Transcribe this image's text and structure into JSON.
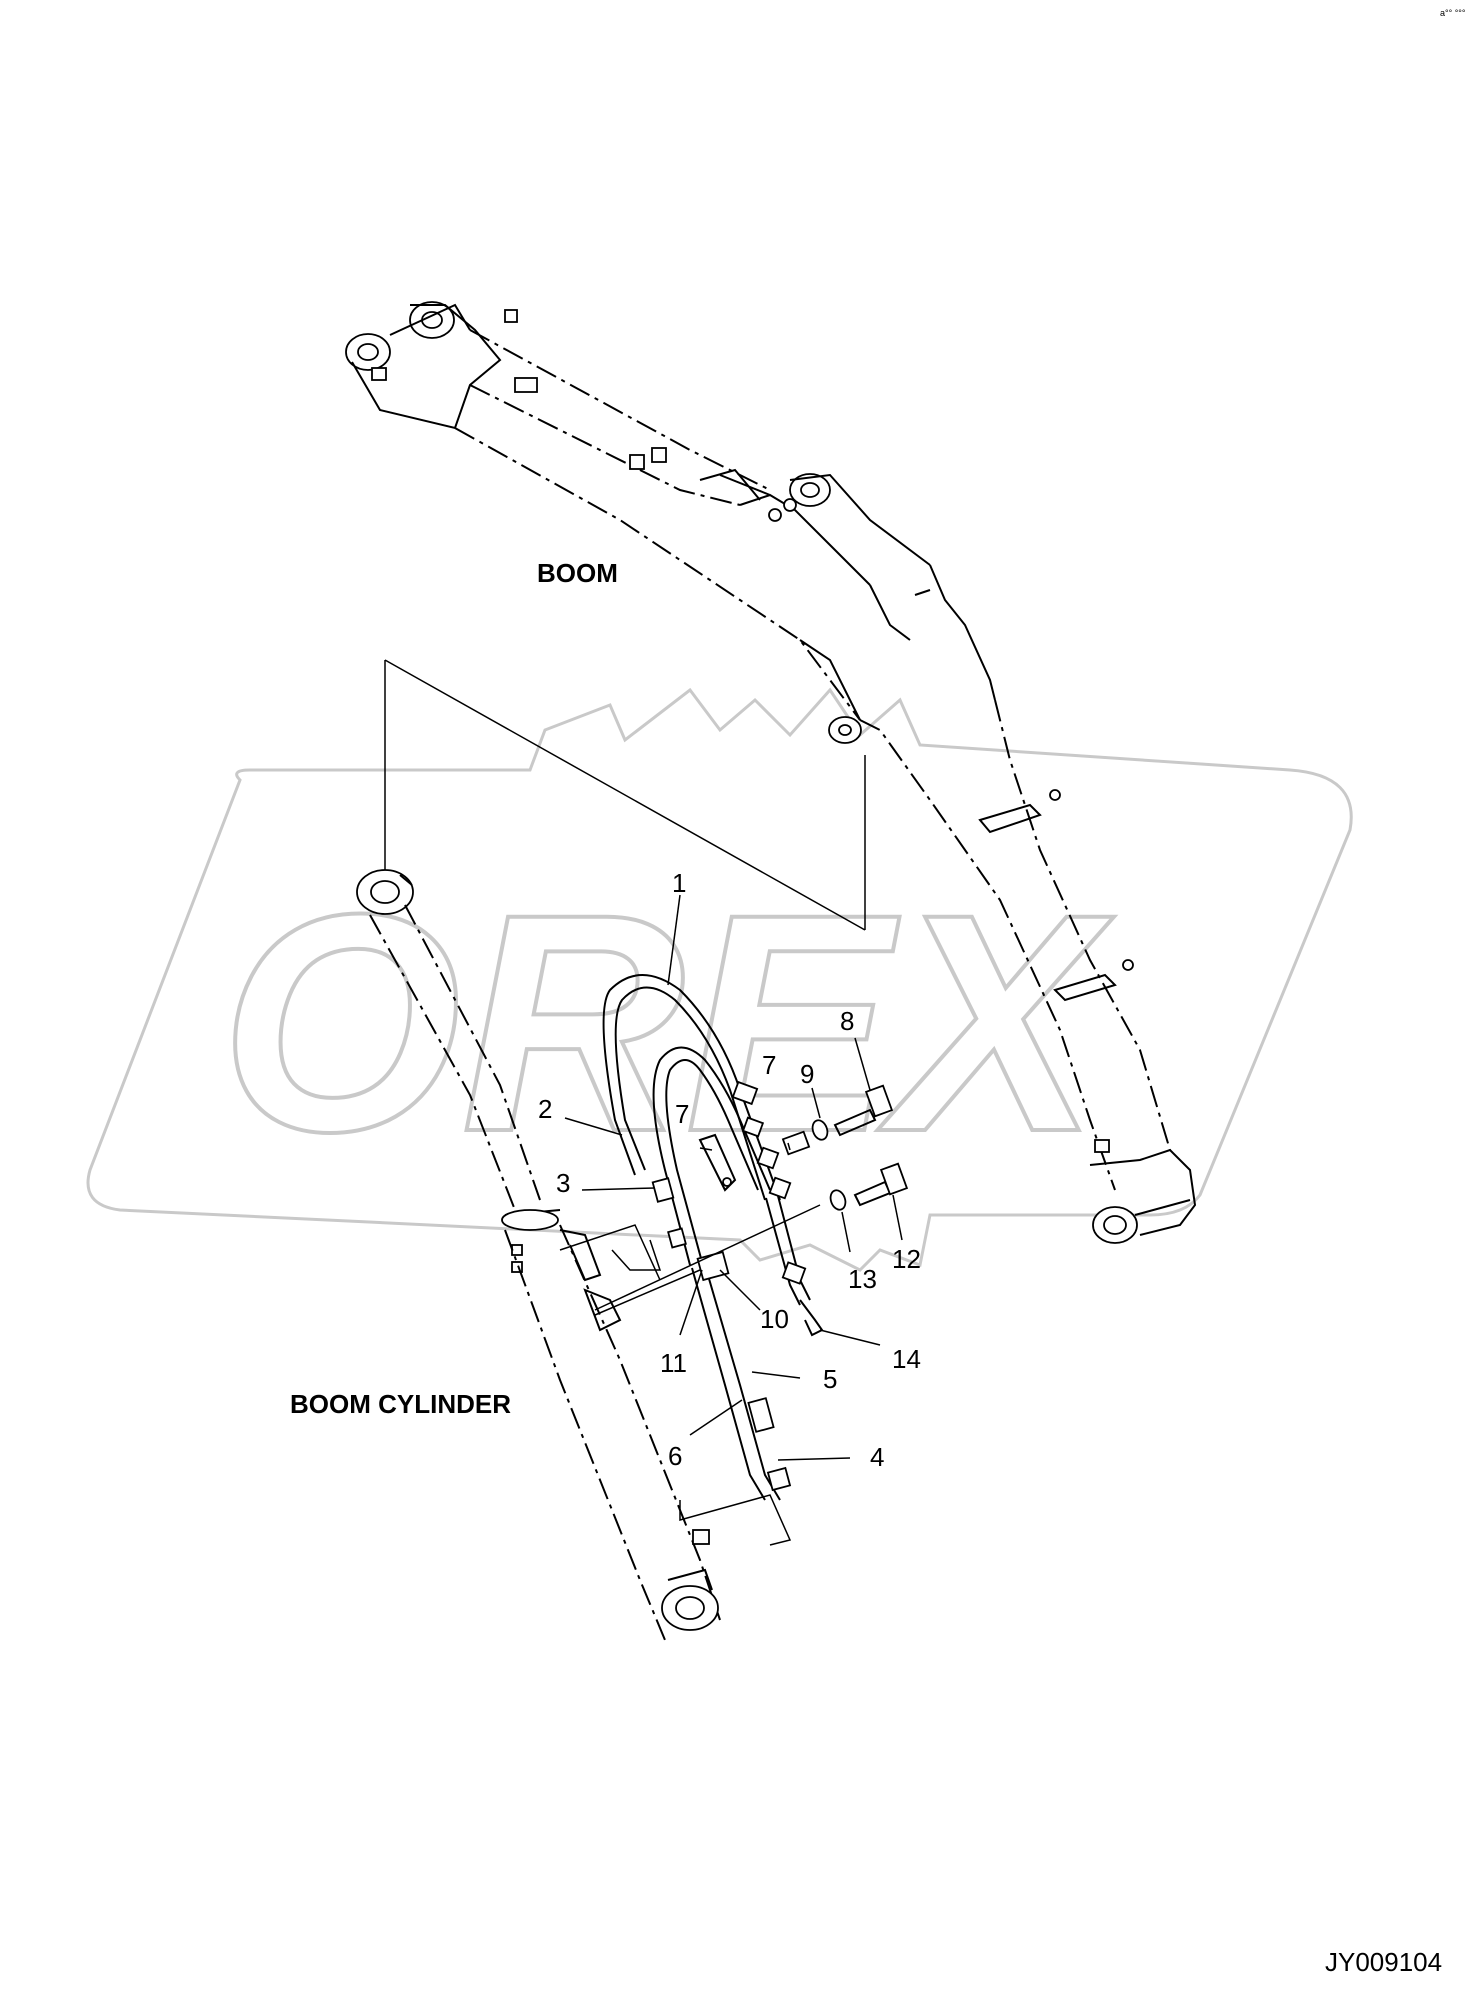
{
  "diagram": {
    "labels": {
      "boom": "BOOM",
      "boom_cylinder": "BOOM CYLINDER",
      "drawing_id": "JY009104",
      "corner_mark": "a°° °°°"
    },
    "watermark": "OREX",
    "callouts": [
      "1",
      "2",
      "3",
      "4",
      "5",
      "6",
      "7",
      "7",
      "8",
      "9",
      "10",
      "11",
      "12",
      "13",
      "14"
    ],
    "colors": {
      "line": "#000000",
      "watermark": "#c9c9c9",
      "background": "#ffffff"
    }
  }
}
